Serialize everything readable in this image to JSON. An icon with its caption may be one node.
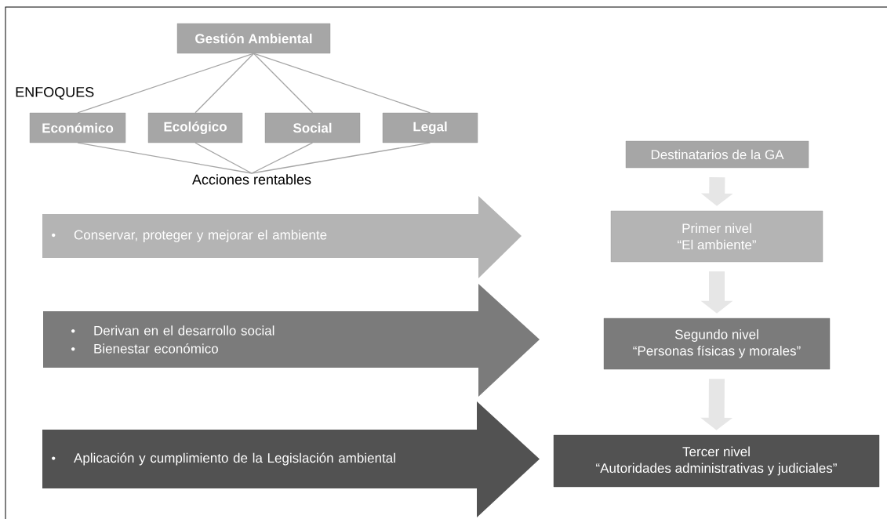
{
  "diagram": {
    "nodes": [
      {
        "text": [
          "Gestión Ambiental"
        ]
      },
      {
        "text": [
          "Económico"
        ]
      },
      {
        "text": [
          "Ecológico"
        ]
      },
      {
        "text": [
          "Social"
        ]
      },
      {
        "text": [
          "Legal"
        ]
      },
      {
        "text": [
          "Acciones rentables"
        ]
      },
      {
        "text": [
          "Conservar, proteger y mejorar el ambiente"
        ]
      },
      {
        "text": [
          "Derivan en el desarrollo social",
          "Bienestar económico"
        ]
      },
      {
        "text": [
          "Aplicación y cumplimiento de la Legislación ambiental"
        ]
      },
      {
        "text": [
          "Destinatarios de la GA"
        ]
      },
      {
        "text": [
          "Primer nivel",
          "“El ambiente”"
        ]
      },
      {
        "text": [
          "Segundo nivel",
          "“Personas físicas y morales”"
        ]
      },
      {
        "text": [
          "Tercer nivel",
          "“Autoridades administrativas y judiciales”"
        ]
      }
    ],
    "edges": [
      {
        "from": 0,
        "to": 1,
        "arrow": "none"
      },
      {
        "from": 0,
        "to": 2,
        "arrow": "none"
      },
      {
        "from": 0,
        "to": 3,
        "arrow": "none"
      },
      {
        "from": 0,
        "to": 4,
        "arrow": "none"
      },
      {
        "from": 1,
        "to": 5,
        "arrow": "none"
      },
      {
        "from": 2,
        "to": 5,
        "arrow": "none"
      },
      {
        "from": 3,
        "to": 5,
        "arrow": "none"
      },
      {
        "from": 4,
        "to": 5,
        "arrow": "none"
      },
      {
        "from": 9,
        "to": 10,
        "arrow": "to",
        "style": "thick",
        "color": "#e6e6e6"
      },
      {
        "from": 10,
        "to": 11,
        "arrow": "to",
        "style": "thick",
        "color": "#e6e6e6"
      },
      {
        "from": 11,
        "to": 12,
        "arrow": "to",
        "style": "thick",
        "color": "#e6e6e6"
      }
    ],
    "labels": [
      "ENFOQUES"
    ]
  }
}
